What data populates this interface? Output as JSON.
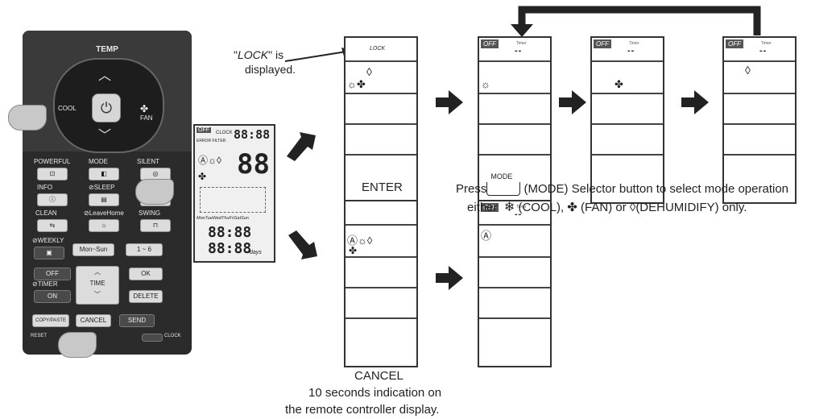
{
  "remote": {
    "temp_label": "TEMP",
    "cool_label": "COOL",
    "fan_label": "FAN",
    "row1": [
      "POWERFUL",
      "MODE",
      "SILENT"
    ],
    "row2": [
      "INFO",
      "⊘SLEEP"
    ],
    "row3": [
      "CLEAN",
      "⊘LeaveHome",
      "SWING"
    ],
    "weekly": "⊘WEEKLY",
    "mon_sun": "Mon~Sun",
    "one_six": "1 ~ 6",
    "off": "OFF",
    "timer": "⊘TIMER",
    "on": "ON",
    "time": "TIME",
    "ok": "OK",
    "delete": "DELETE",
    "copy_paste": "COPY/PASTE",
    "cancel": "CANCEL",
    "send": "SEND",
    "reset": "RESET",
    "clock": "CLOCK"
  },
  "lcd": {
    "off": "OFF",
    "clock_label": "CLOCK",
    "filter_label": "ERROR FILTER",
    "big_digits": "88",
    "days_row": "MonTueWedThuFriSatSun",
    "time_digits": "88:88",
    "days_label": "days"
  },
  "annotation": {
    "lock_quote": "\"LOCK\" is",
    "lock_word": "LOCK",
    "displayed": "displayed."
  },
  "screens": {
    "lock_text": "LOCK",
    "off_badge": "OFF",
    "timer_small": "Timer",
    "dashes": "--"
  },
  "labels": {
    "enter": "ENTER",
    "cancel": "CANCEL",
    "cancel_note_1": "10 seconds indication on",
    "cancel_note_2": "the remote controller display.",
    "press": "Press",
    "mode_word": "MODE",
    "instruction_rest": "(MODE) Selector button to select mode operation",
    "either": "either",
    "cool": "(COOL),",
    "fan": "(FAN) or",
    "dehumidify": "(DEHUMIDIFY)  only."
  }
}
